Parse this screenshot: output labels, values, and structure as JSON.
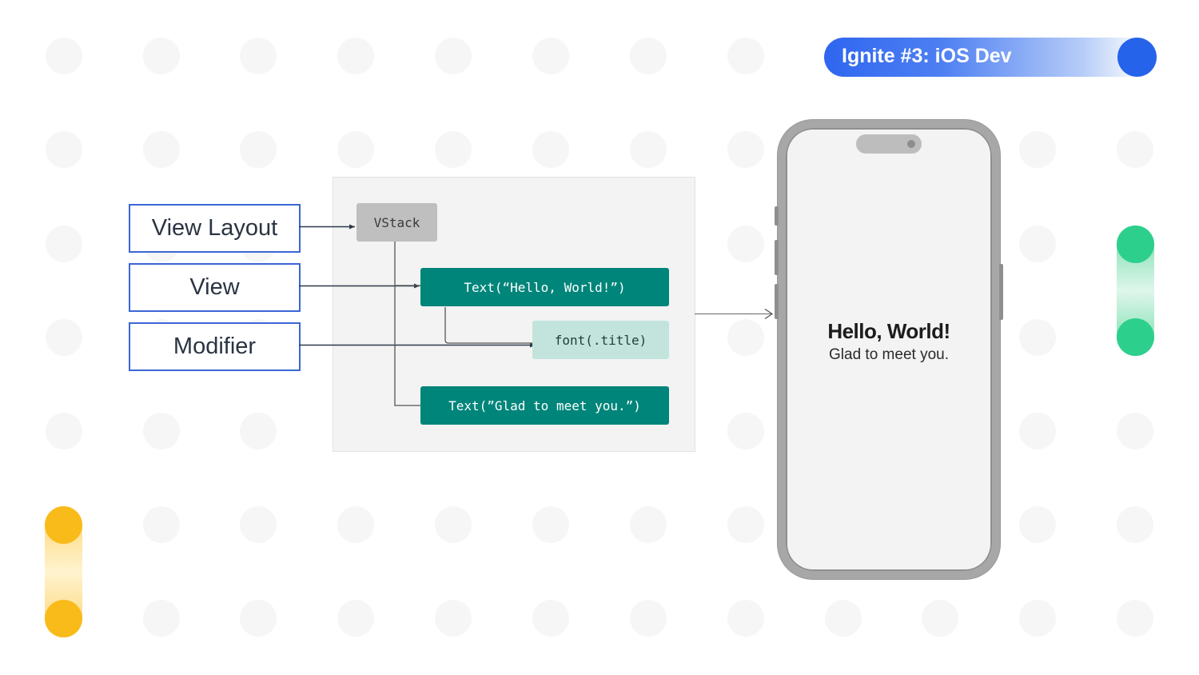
{
  "header": {
    "title": "Ignite #3: iOS Dev",
    "accent": "#2563eb"
  },
  "labels": [
    "View Layout",
    "View",
    "Modifier"
  ],
  "nodes": {
    "vstack": "VStack",
    "text_hello": "Text(“Hello, World!”)",
    "font_title": "font(.title)",
    "text_glad": "Text(”Glad to meet you.”)"
  },
  "phone": {
    "title": "Hello, World!",
    "subtitle": "Glad to meet you."
  },
  "colors": {
    "node_dark": "#00857a",
    "node_light": "#c2e4dd",
    "node_gray": "#bfbfbf",
    "label_border": "#3b66d6",
    "yellow": "#f9bb1a",
    "green": "#2dcf8c"
  }
}
